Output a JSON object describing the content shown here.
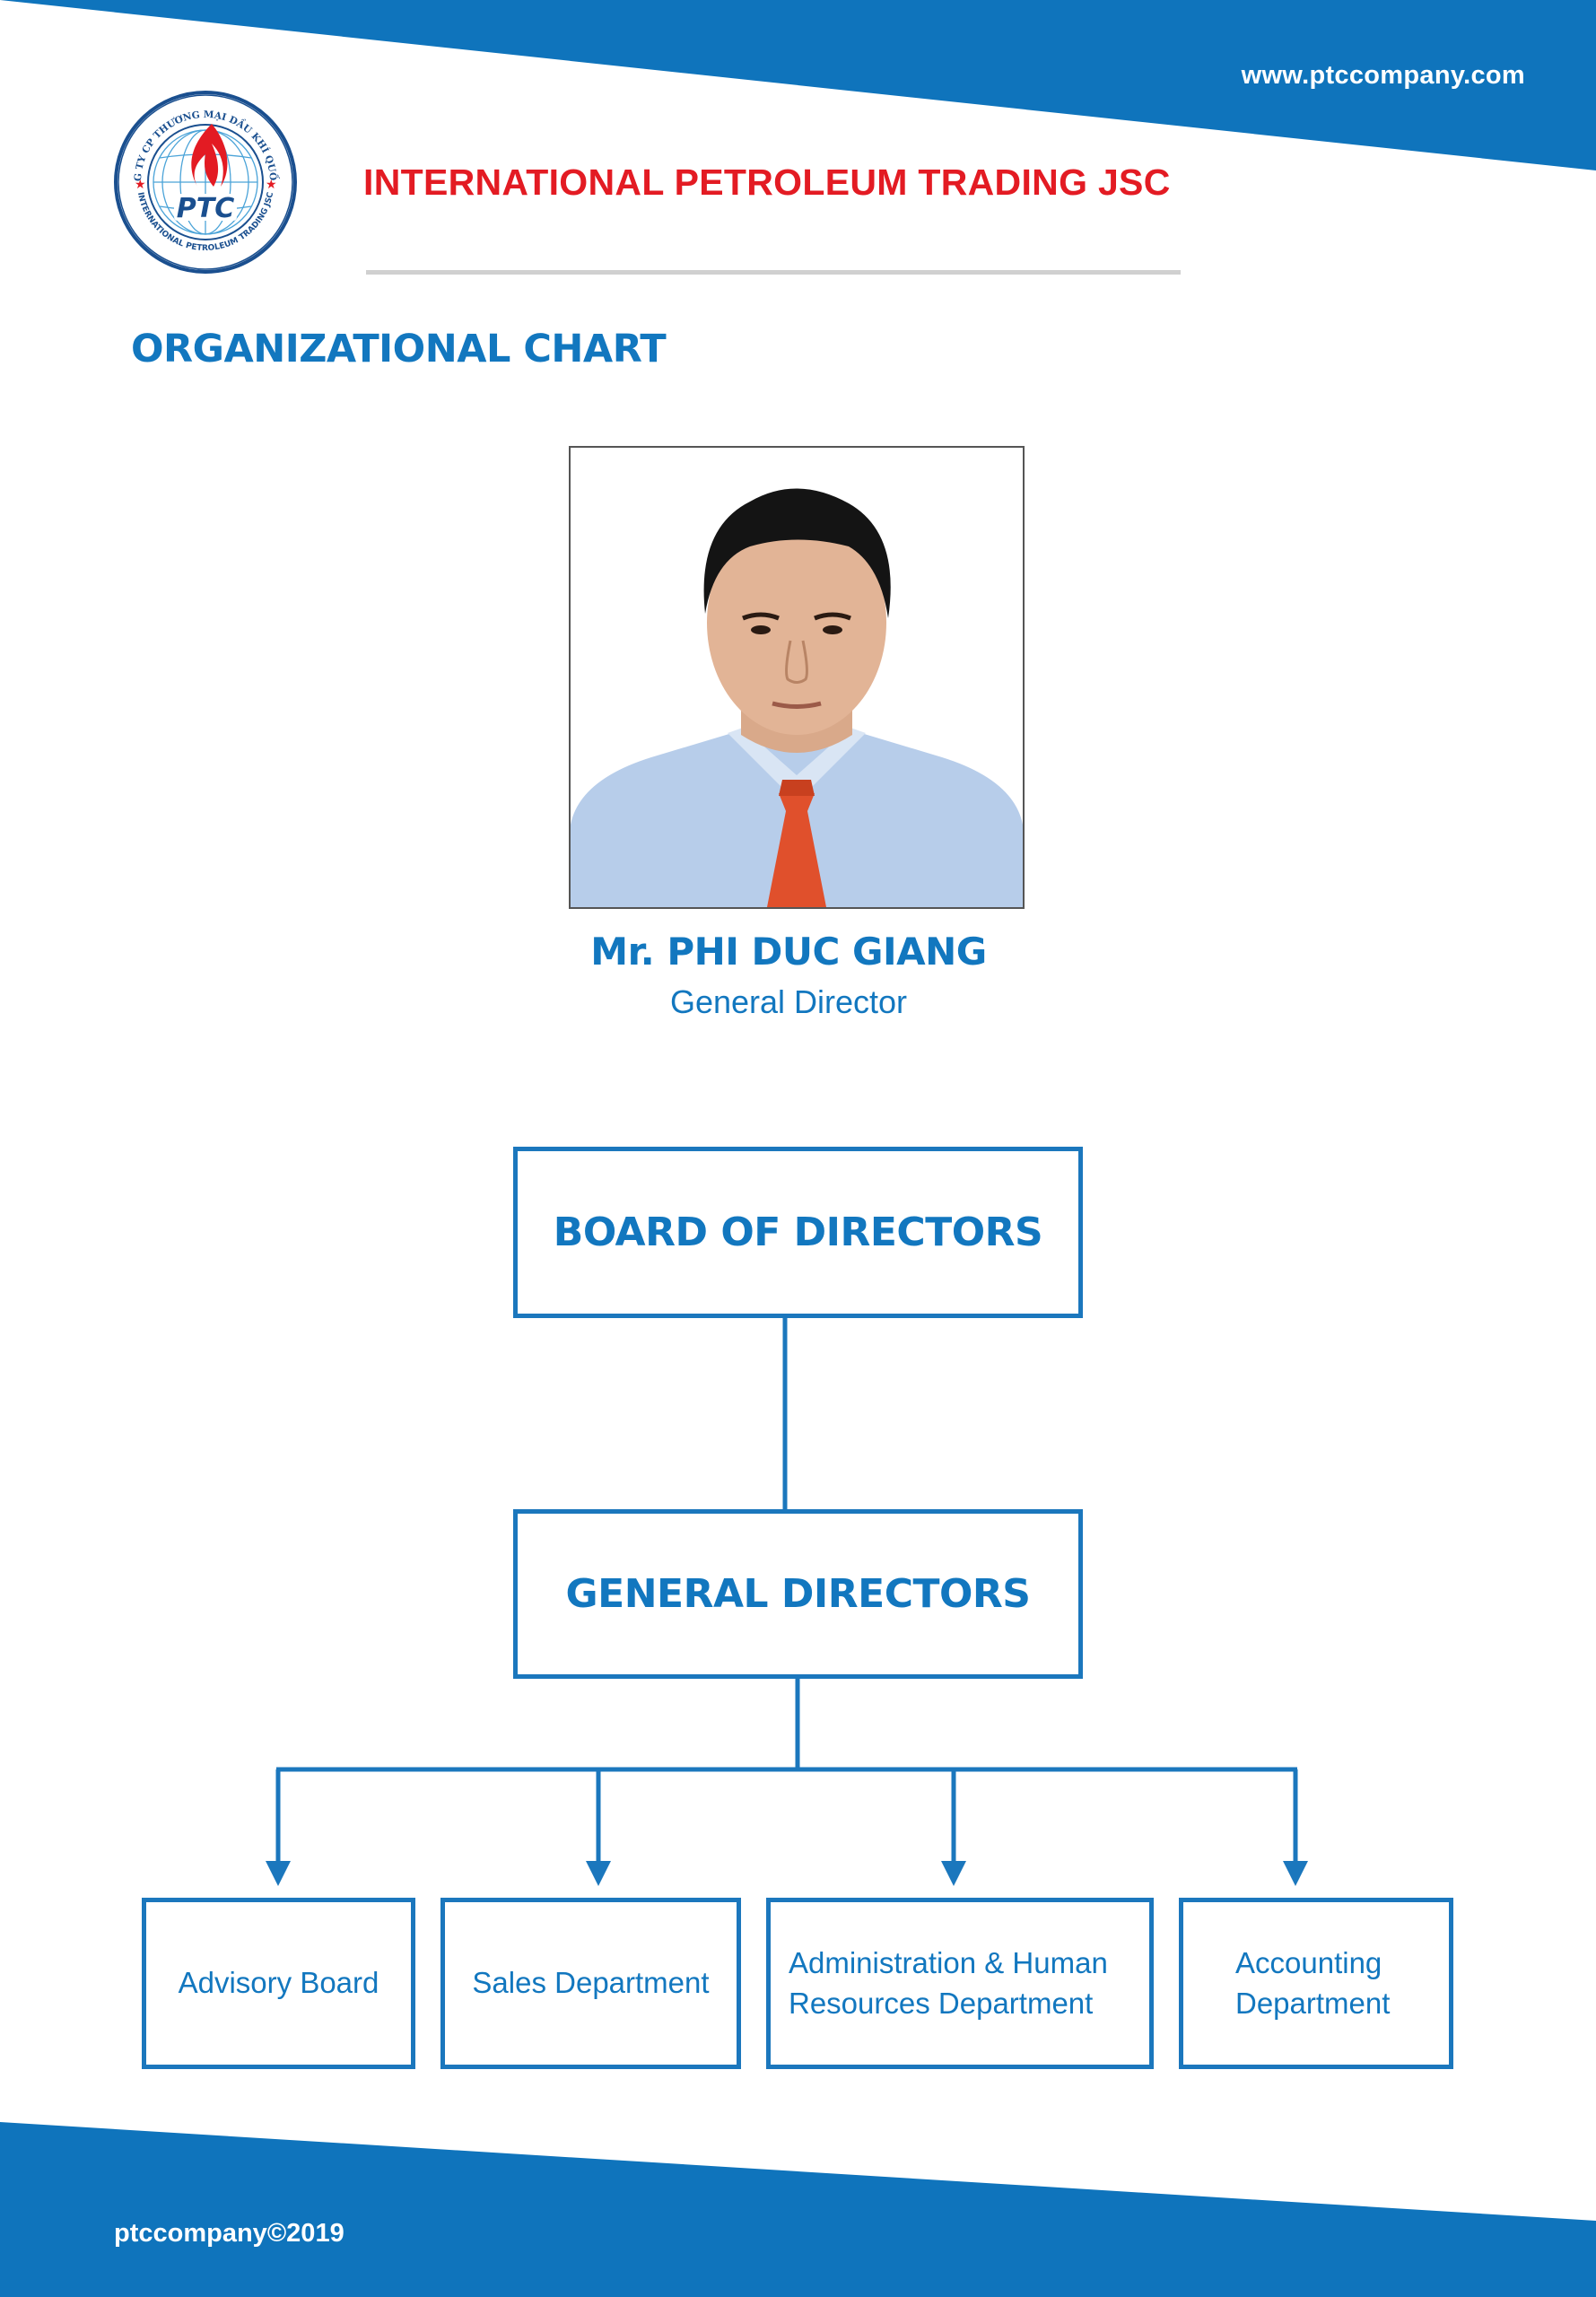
{
  "header": {
    "website": "www.ptccompany.com",
    "company_name": "INTERNATIONAL PETROLEUM TRADING JSC",
    "logo": {
      "ring_text_top": "CÔNG TY CP THƯƠNG MẠI DẦU KHÍ QUỐC TẾ",
      "ring_text_bottom": "INTERNATIONAL PETROLEUM TRADING JSC",
      "initials": "PTC"
    }
  },
  "page_title": "ORGANIZATIONAL CHART",
  "leader": {
    "name": "Mr. PHI DUC GIANG",
    "title": "General Director"
  },
  "org": {
    "top": "BOARD OF DIRECTORS",
    "middle": "GENERAL DIRECTORS",
    "departments": [
      "Advisory Board",
      "Sales Department",
      "Administration & Human Resources Department",
      "Accounting Department"
    ]
  },
  "footer": {
    "copyright": "ptccompany©2019"
  },
  "colors": {
    "brand_blue": "#1277bf",
    "band_blue": "#0f74bc",
    "company_red": "#e31b23"
  }
}
